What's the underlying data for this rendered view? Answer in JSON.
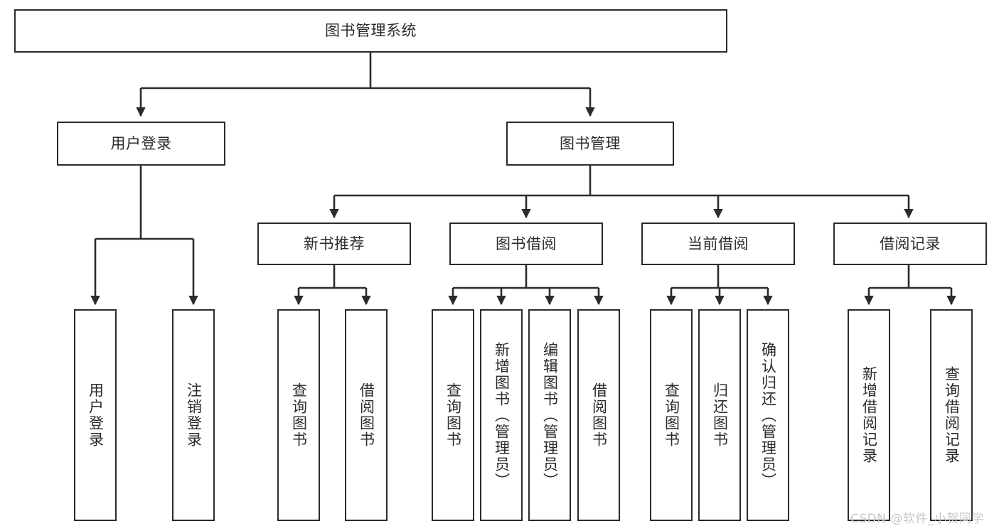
{
  "diagram": {
    "title": "图书管理系统",
    "type": "tree-hierarchy-diagram",
    "watermark": "CSDN @软件_小贺同学",
    "colors": {
      "stroke": "#2b2b2b",
      "fill": "#ffffff",
      "background": "#ffffff",
      "watermark": "#c9c9c9"
    },
    "root": {
      "label": "图书管理系统"
    },
    "level1": [
      {
        "label": "用户登录"
      },
      {
        "label": "图书管理"
      }
    ],
    "level2": [
      {
        "label": "新书推荐"
      },
      {
        "label": "图书借阅"
      },
      {
        "label": "当前借阅"
      },
      {
        "label": "借阅记录"
      }
    ],
    "leaves": {
      "user_login": [
        {
          "label": "用户登录"
        },
        {
          "label": "注销登录"
        }
      ],
      "new_book_recommend": [
        {
          "label": "查询图书"
        },
        {
          "label": "借阅图书"
        }
      ],
      "book_borrow": [
        {
          "label": "查询图书"
        },
        {
          "label": "新增图书（管理员）"
        },
        {
          "label": "编辑图书（管理员）"
        },
        {
          "label": "借阅图书"
        }
      ],
      "current_borrow": [
        {
          "label": "查询图书"
        },
        {
          "label": "归还图书"
        },
        {
          "label": "确认归还（管理员）"
        }
      ],
      "borrow_record": [
        {
          "label": "新增借阅记录"
        },
        {
          "label": "查询借阅记录"
        }
      ]
    }
  }
}
